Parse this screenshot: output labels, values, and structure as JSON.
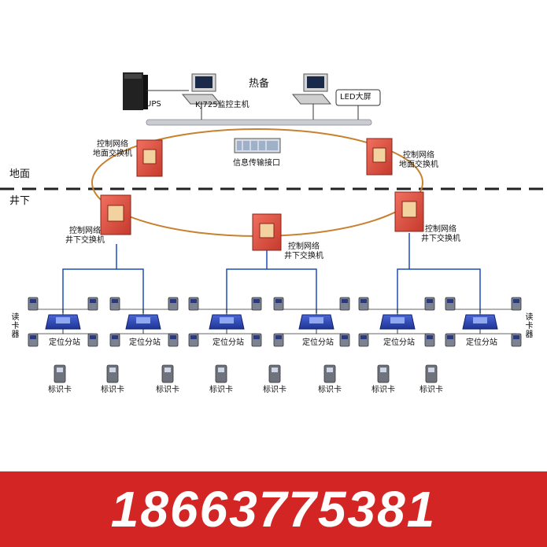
{
  "top": {
    "ups_label": "UPS",
    "host_label": "KJ725监控主机",
    "hot_standby_label": "热备",
    "led_label": "LED大屏"
  },
  "ring": {
    "interface_label": "信息传输接口",
    "ground_switch_left": [
      "控制网络",
      "地面交换机"
    ],
    "ground_switch_right": [
      "控制网络",
      "地面交换机"
    ],
    "under_switch_left": [
      "控制网络",
      "井下交换机"
    ],
    "under_switch_mid": [
      "控制网络",
      "井下交换机"
    ],
    "under_switch_right": [
      "控制网络",
      "井下交换机"
    ]
  },
  "zones": {
    "ground": "地面",
    "underground": "井下"
  },
  "stations": {
    "label": "定位分站",
    "reader_label": "读卡器",
    "card_label": "标识卡"
  },
  "banner": {
    "phone": "18663775381"
  },
  "colors": {
    "network_line": "#1f4fb5",
    "ring_line": "#c8812e",
    "switch_red": "#d94c3c",
    "station_blue": "#2a44b5",
    "banner_red": "#d32524"
  }
}
